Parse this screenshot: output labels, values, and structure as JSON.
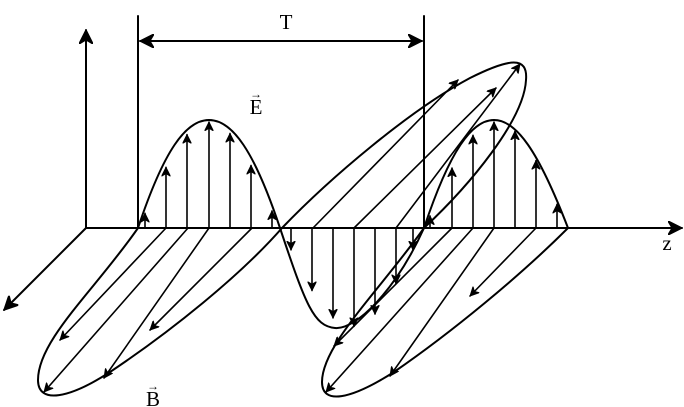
{
  "labels": {
    "period": "T",
    "electric_field": "E",
    "magnetic_field": "B",
    "z_axis": "z",
    "vector_mark": "→"
  }
}
